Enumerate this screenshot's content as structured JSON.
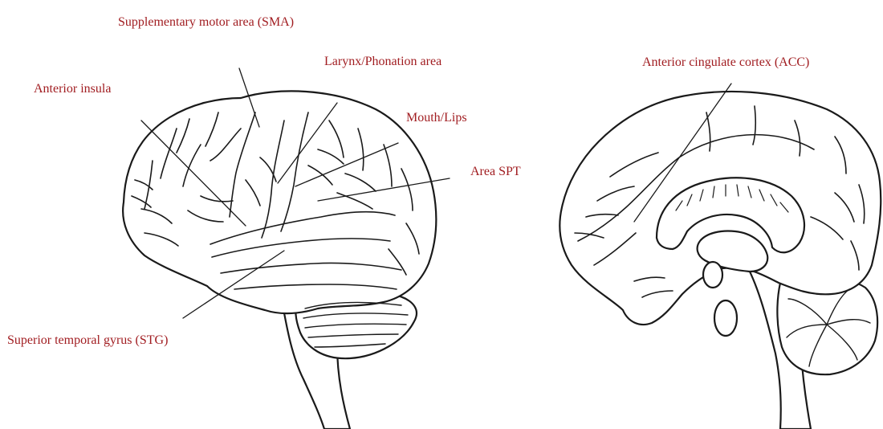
{
  "colors": {
    "label": "#a11d21",
    "ink": "#1a1a1a",
    "fill": "#ffffff"
  },
  "labels": {
    "sma": "Supplementary motor area (SMA)",
    "larynx": "Larynx/Phonation area",
    "anterior_insula": "Anterior insula",
    "mouth": "Mouth/Lips",
    "spt": "Area SPT",
    "stg": "Superior temporal gyrus (STG)",
    "acc": "Anterior cingulate cortex (ACC)"
  }
}
